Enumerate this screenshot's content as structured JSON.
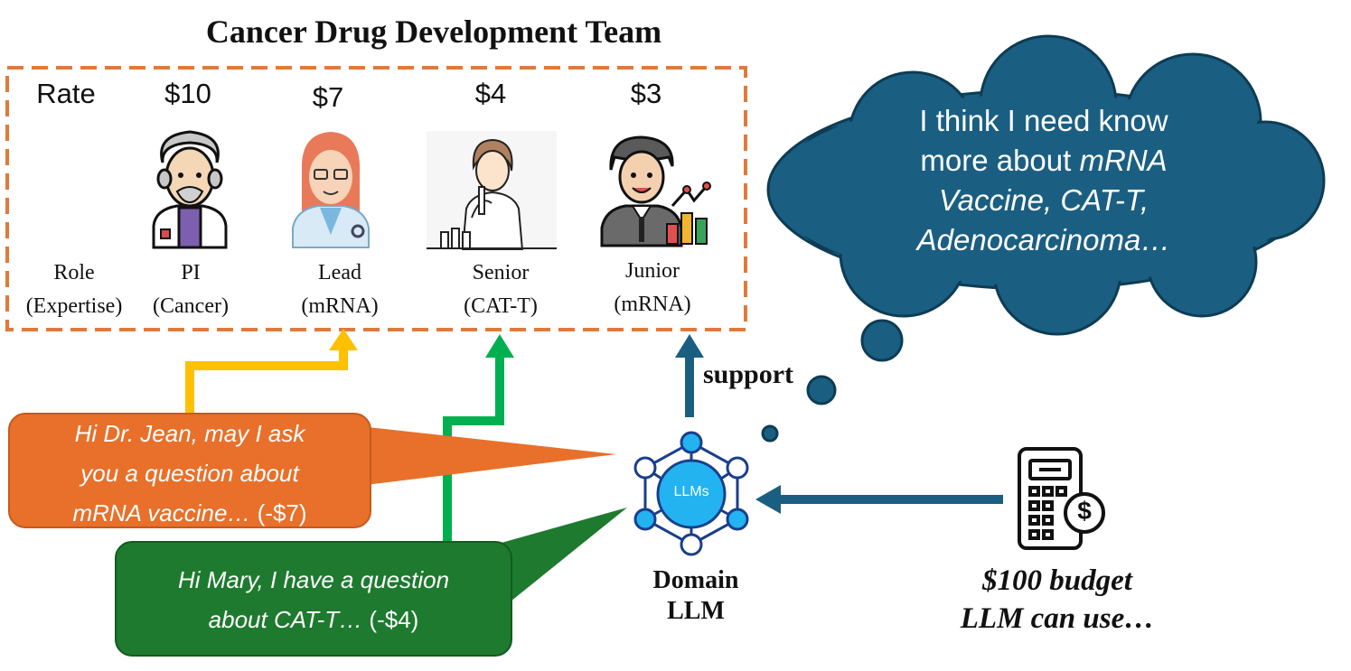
{
  "title": "Cancer Drug Development Team",
  "rate_label": "Rate",
  "role_label_line1": "Role",
  "role_label_line2": "(Expertise)",
  "members": [
    {
      "rate": "$10",
      "role": "PI",
      "expertise": "(Cancer)",
      "icon": "pi-scientist-icon"
    },
    {
      "rate": "$7",
      "role": "Lead",
      "expertise": "(mRNA)",
      "icon": "doctor-woman-icon"
    },
    {
      "rate": "$4",
      "role": "Senior",
      "expertise": "(CAT-T)",
      "icon": "lab-researcher-icon"
    },
    {
      "rate": "$3",
      "role": "Junior",
      "expertise": "(mRNA)",
      "icon": "businessman-chart-icon"
    }
  ],
  "thought": {
    "line1": "I think I need know",
    "line2_plain": "more about ",
    "line2_italic": "mRNA",
    "line3": "Vaccine, CAT-T,",
    "line4": "Adenocarcinoma…"
  },
  "bubble_orange": {
    "line1": "Hi Dr. Jean, may I ask",
    "line2": "you a question about",
    "line3_italic": "mRNA vaccine…",
    "cost": "(-$7)"
  },
  "bubble_green": {
    "line1": "Hi Mary, I have a question",
    "line2_italic": "about CAT-T…",
    "cost": "(-$4)"
  },
  "support_label": "support",
  "llm_badge": "LLMs",
  "domain_line1": "Domain",
  "domain_line2": "LLM",
  "budget_line1": "$100 budget",
  "budget_line2": "LLM can use…",
  "colors": {
    "team_border": "#e07a3a",
    "orange_bubble": "#e8702a",
    "green_bubble": "#1e7a2e",
    "cloud": "#1a5f82",
    "arrow_yellow": "#ffc000",
    "arrow_green": "#00b050",
    "arrow_blue": "#1a5f82",
    "llm_node": "#22b3f0"
  }
}
